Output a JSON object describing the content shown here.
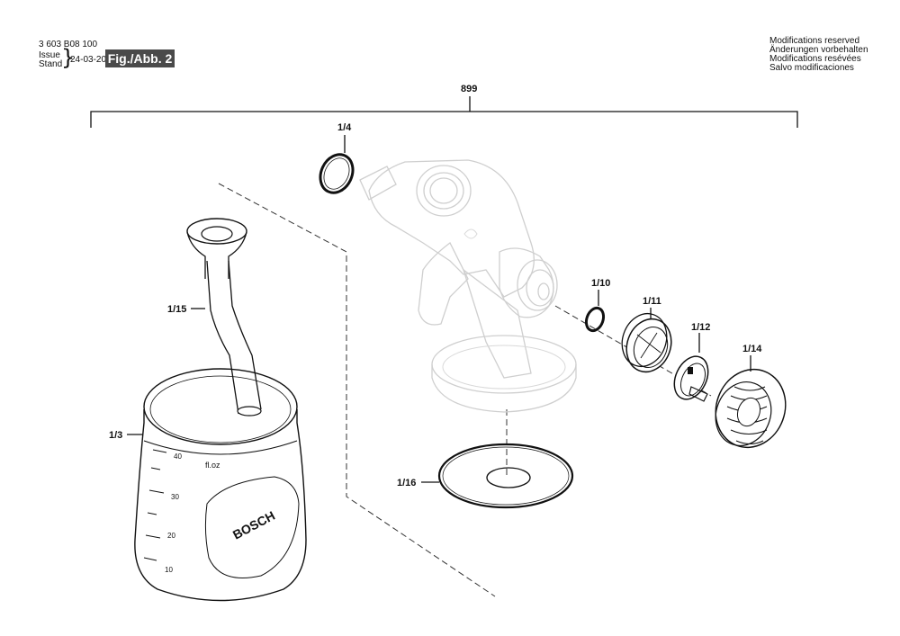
{
  "header": {
    "part_number": "3 603 B08 100",
    "issue_label": "Issue",
    "stand_label": "Stand",
    "issue_date": "24-03-20",
    "figure_label": "Fig./Abb. 2"
  },
  "modifications": [
    "Modifications reserved",
    "Änderungen vorbehalten",
    "Modifications resévées",
    "Salvo modificaciones"
  ],
  "callouts": {
    "assembly": "899",
    "seal_ring": "1/4",
    "suction_tube": "1/15",
    "container": "1/3",
    "gasket": "1/16",
    "o_ring": "1/10",
    "nozzle_holder": "1/11",
    "nozzle": "1/12",
    "cap_nut": "1/14"
  },
  "container_scale": [
    "40",
    "30",
    "20",
    "10"
  ],
  "container_unit": "fl.oz",
  "brand_mark": "BOSCH",
  "colors": {
    "badge": "#4a4a4a",
    "ghost": "#cfcfcf",
    "ink": "#111111"
  }
}
